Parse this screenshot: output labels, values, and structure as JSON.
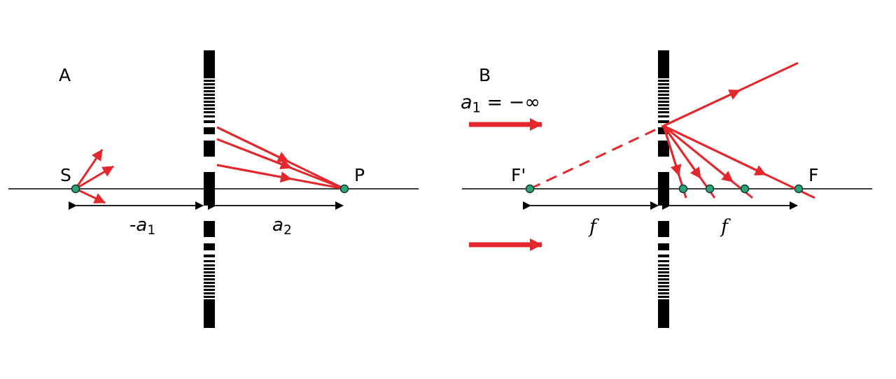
{
  "diagrams": {
    "A": {
      "panel_label": "A",
      "source_label": "S",
      "image_label": "P",
      "distance_left_prefix": "-",
      "distance_left_symbol": "a",
      "distance_left_sub": "1",
      "distance_right_symbol": "a",
      "distance_right_sub": "2"
    },
    "B": {
      "panel_label": "B",
      "equation_symbol": "a",
      "equation_sub": "1",
      "equation_rest": " = −∞",
      "focal_label_left": "F'",
      "focal_label_right": "F",
      "distance_left": "f",
      "distance_right": "f"
    }
  },
  "colors": {
    "ray": "#e3272d",
    "line": "#000000",
    "point_fill": "#2fa37a",
    "point_stroke": "#0a3a2a"
  }
}
